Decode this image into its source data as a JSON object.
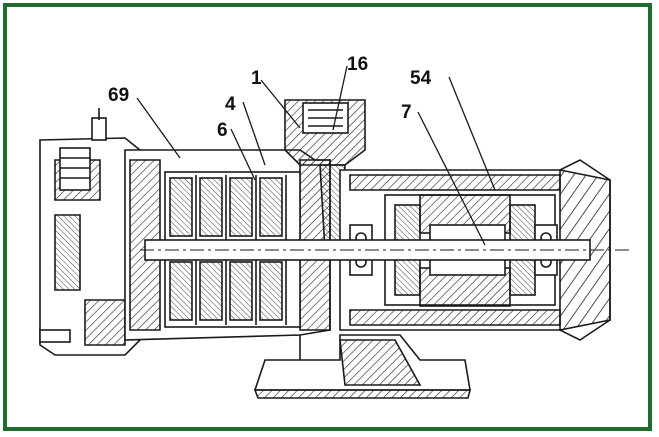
{
  "figure": {
    "border_color": "#1e6b2e",
    "callouts": {
      "c69": "69",
      "c4": "4",
      "c6": "6",
      "c1": "1",
      "c16": "16",
      "c54": "54",
      "c7": "7"
    }
  }
}
